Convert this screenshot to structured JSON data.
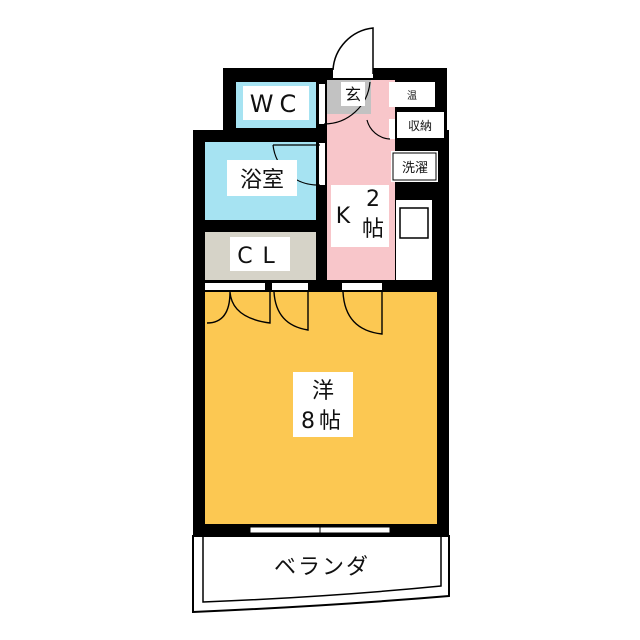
{
  "rooms": {
    "wc": "WC",
    "entrance": "玄",
    "water_heater": "温",
    "storage": "収納",
    "laundry": "洗濯",
    "bath": "浴室",
    "kitchen_k": "K",
    "kitchen_size": "2",
    "kitchen_unit": "帖",
    "closet": "CL",
    "western_room": "洋",
    "western_size": "8帖",
    "veranda": "ベランダ"
  },
  "colors": {
    "wall": "#000000",
    "wet_area": "#a6e3f2",
    "kitchen": "#f8c6ca",
    "western": "#fcc852",
    "closet": "#d6d3c8",
    "entrance": "#c2c2c2"
  }
}
